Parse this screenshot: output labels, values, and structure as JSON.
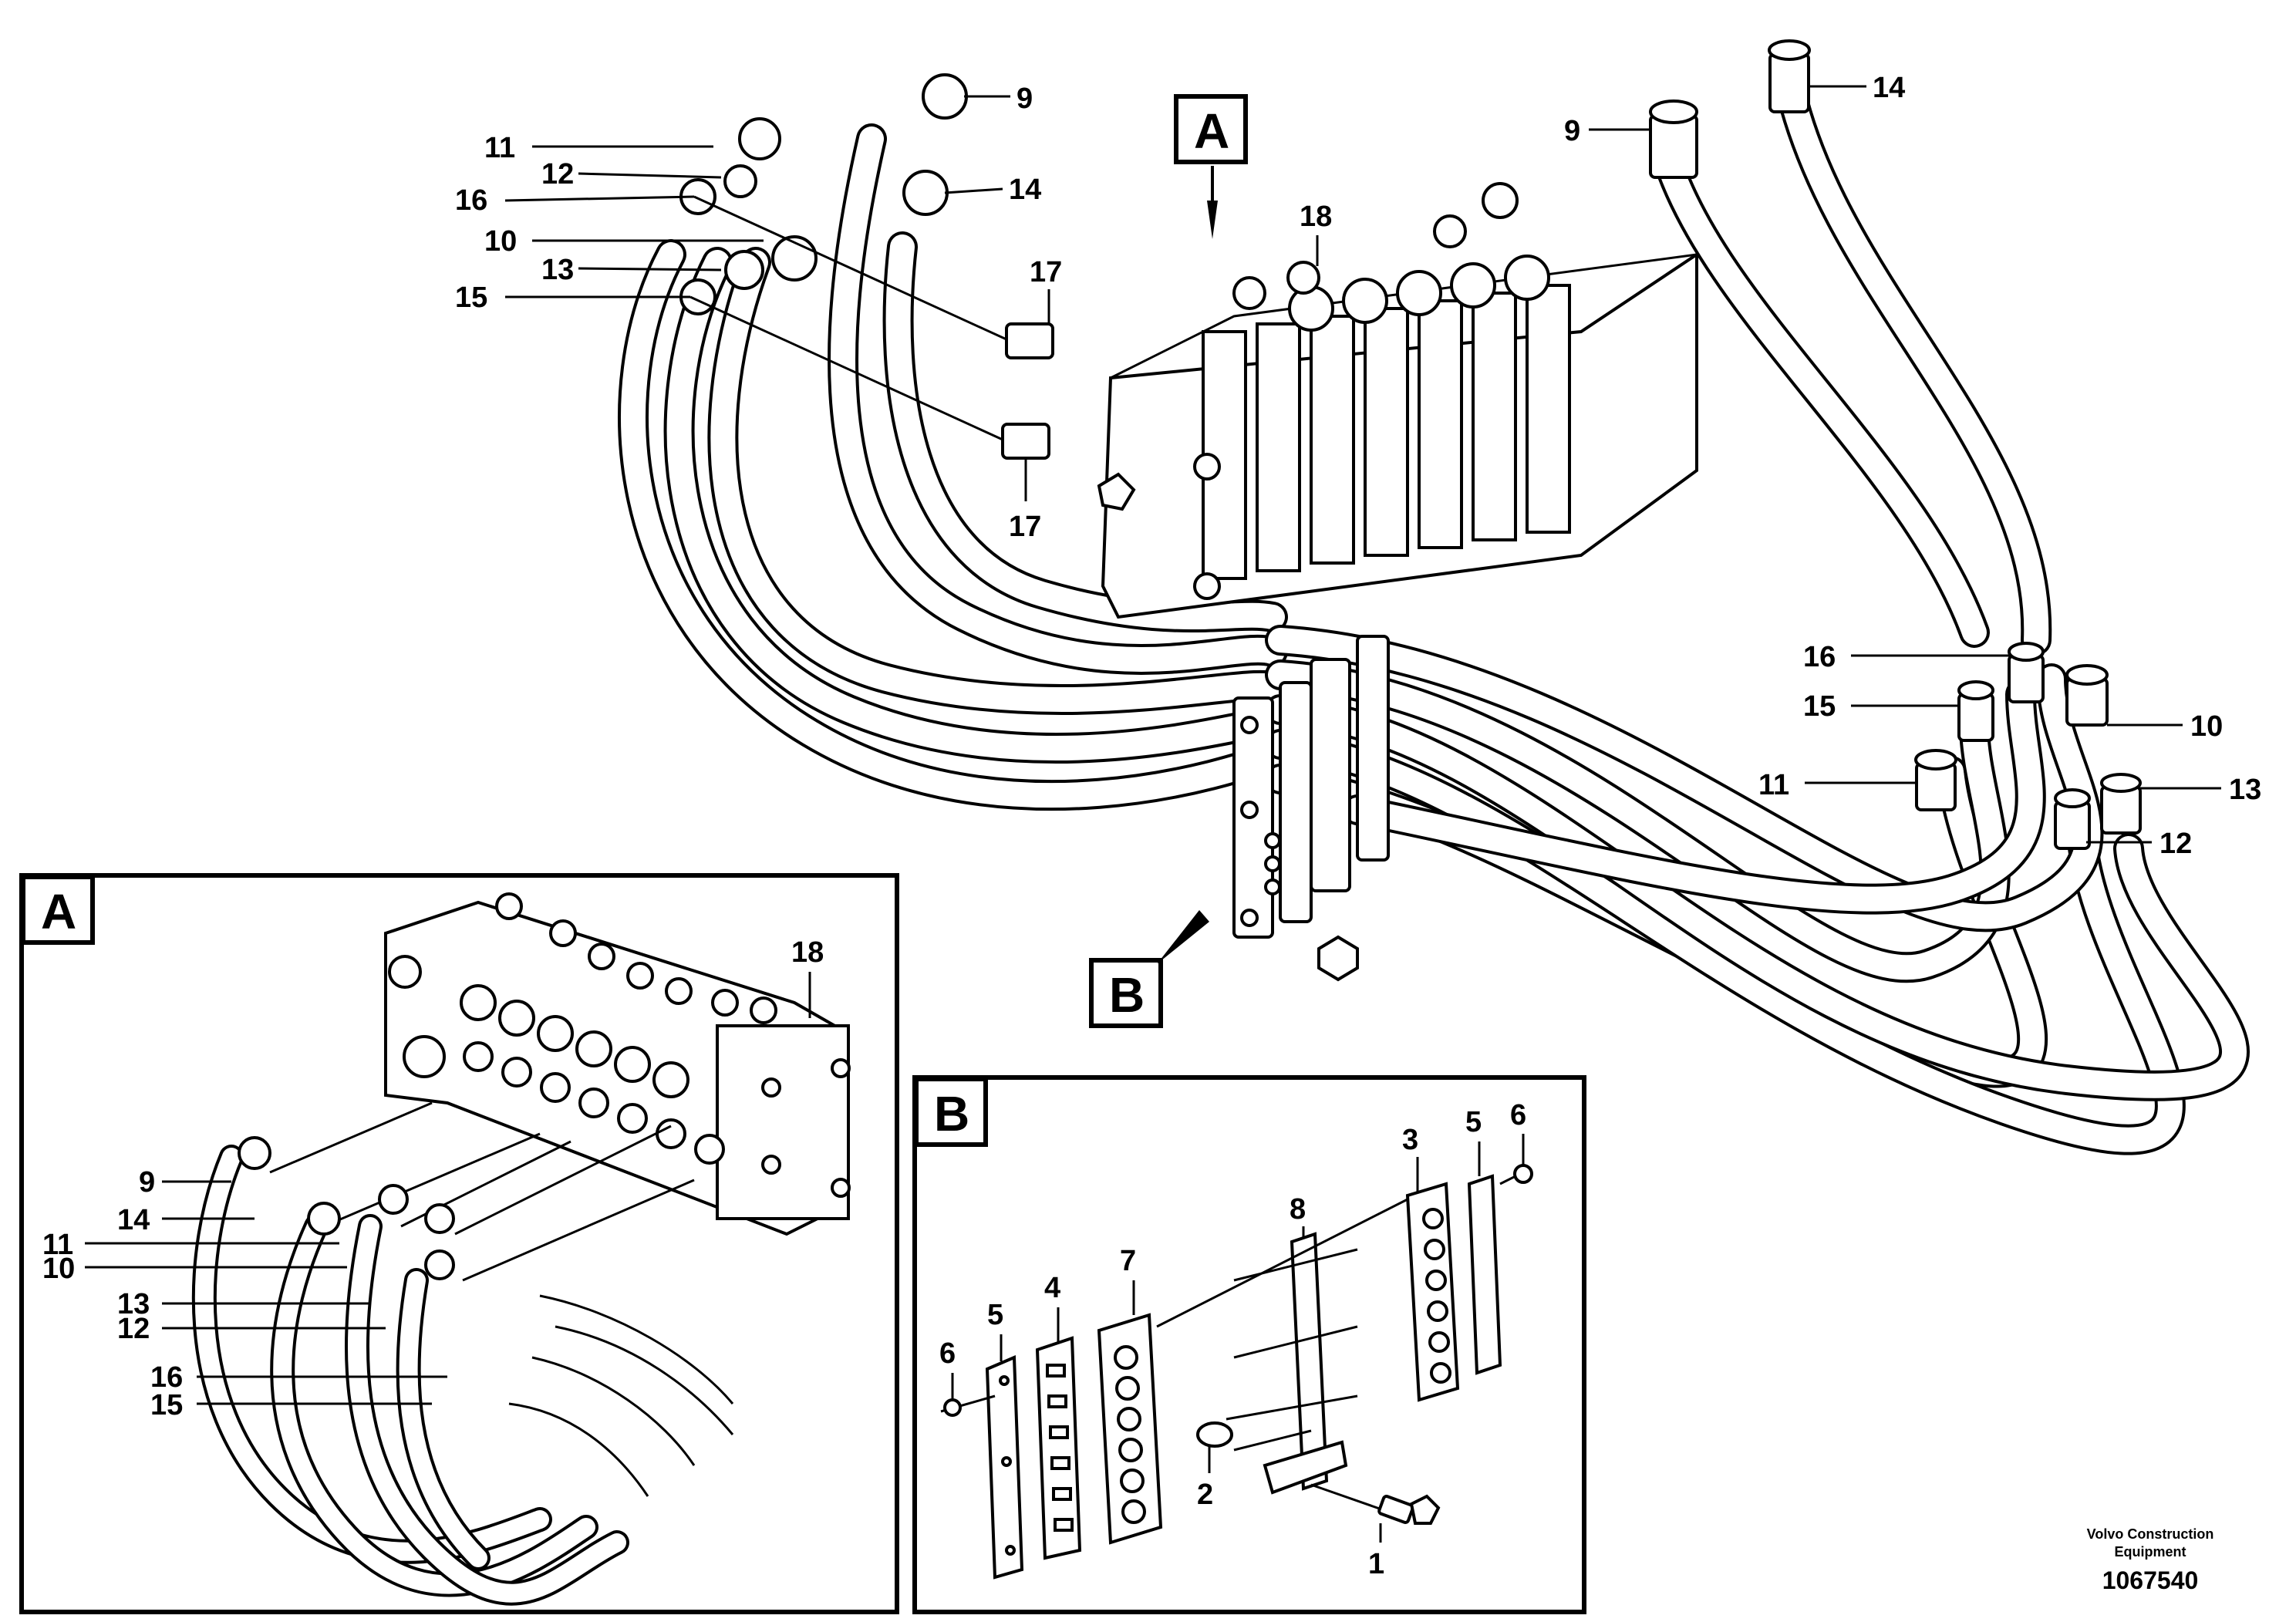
{
  "callouts_main": [
    "9",
    "14",
    "11",
    "12",
    "16",
    "10",
    "13",
    "15",
    "17",
    "17",
    "18",
    "9",
    "14",
    "16",
    "15",
    "10",
    "11",
    "13",
    "12"
  ],
  "view_labels": {
    "a": "A",
    "b": "B"
  },
  "detail_a": {
    "label": "A",
    "callouts": [
      "18",
      "9",
      "14",
      "11",
      "10",
      "13",
      "12",
      "16",
      "15"
    ]
  },
  "detail_b": {
    "label": "B",
    "callouts": [
      "8",
      "3",
      "5",
      "6",
      "7",
      "4",
      "5",
      "6",
      "2",
      "1"
    ]
  },
  "credit": {
    "line1": "Volvo Construction",
    "line2": "Equipment",
    "number": "1067540"
  }
}
